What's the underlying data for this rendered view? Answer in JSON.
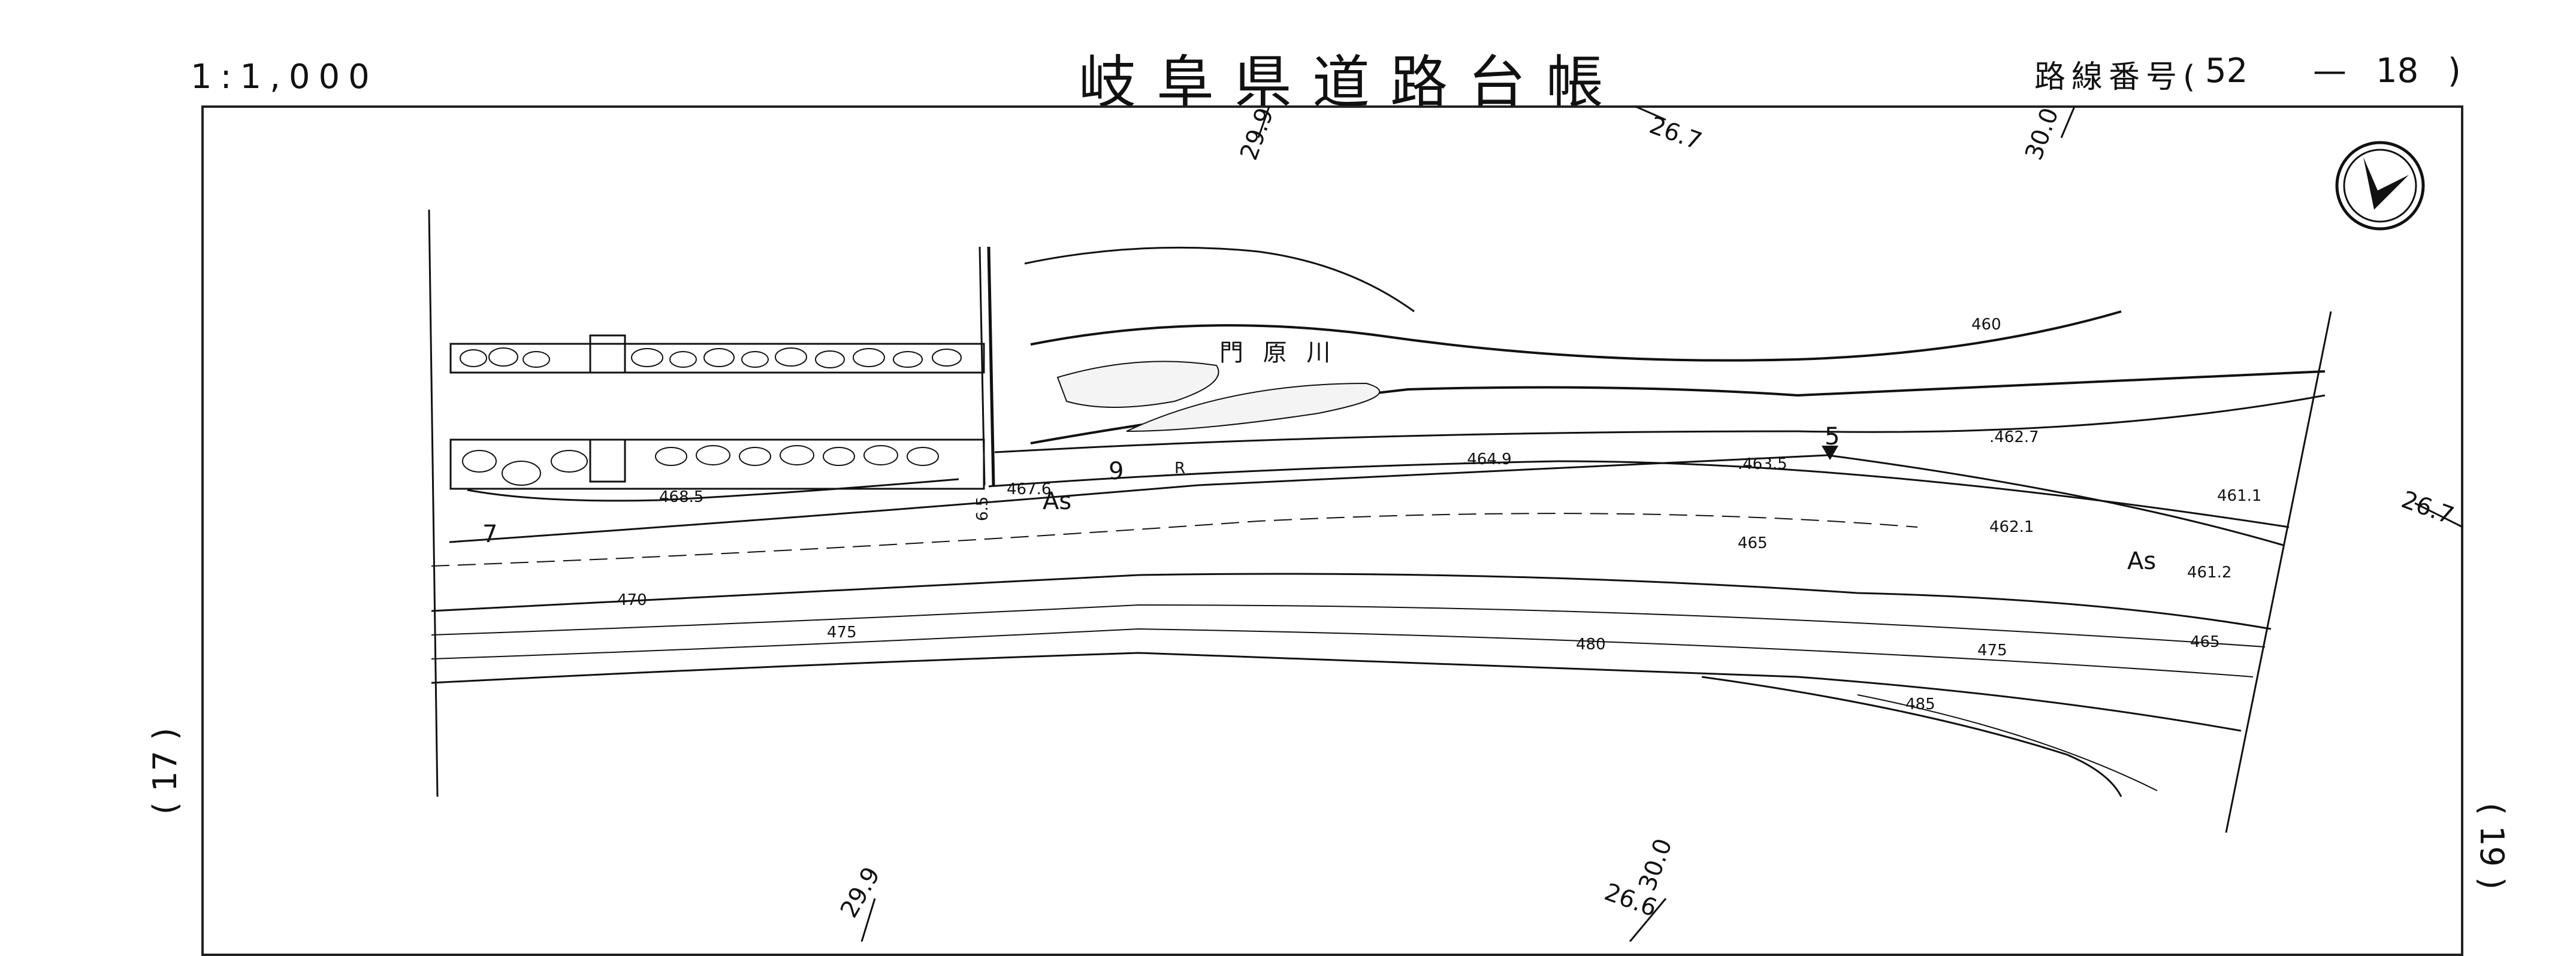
{
  "header": {
    "scale": "1:1,000",
    "title": "岐阜県道路台帳",
    "route_label": "路線番号(",
    "route_a": "52",
    "route_dash": "—",
    "route_b": "18",
    "route_close": ")"
  },
  "sheet_refs": {
    "left": "( 17 )",
    "right": "( 19 )"
  },
  "map_labels": {
    "river_name": "門 原 川",
    "edge_top_1": "29.9",
    "edge_top_2": "26.7",
    "edge_top_3": "30.0",
    "edge_right": "26.7",
    "edge_bottom_1": "29.9",
    "edge_bottom_2": "26.6",
    "edge_bottom_3": "30.0",
    "elev_4685": "468.5",
    "elev_4676": "467.6",
    "elev_4649": ".464.9",
    "elev_4635": ".463.5",
    "elev_4627": ".462.7",
    "elev_4621": "462.1",
    "elev_4611": "461.1",
    "elev_4612": "461.2",
    "contour_470": "470",
    "contour_475a": "475",
    "contour_480": "480",
    "contour_475b": "475",
    "contour_485": "485",
    "contour_465a": "465",
    "contour_465b": "465",
    "contour_460": "460",
    "surface_as_1": "As",
    "surface_as_2": "As",
    "mark_9": "9",
    "mark_r": "R",
    "mark_5": "5",
    "mark_7": "7",
    "mark_65": "6.5"
  },
  "north_arrow": "north-arrow-icon"
}
